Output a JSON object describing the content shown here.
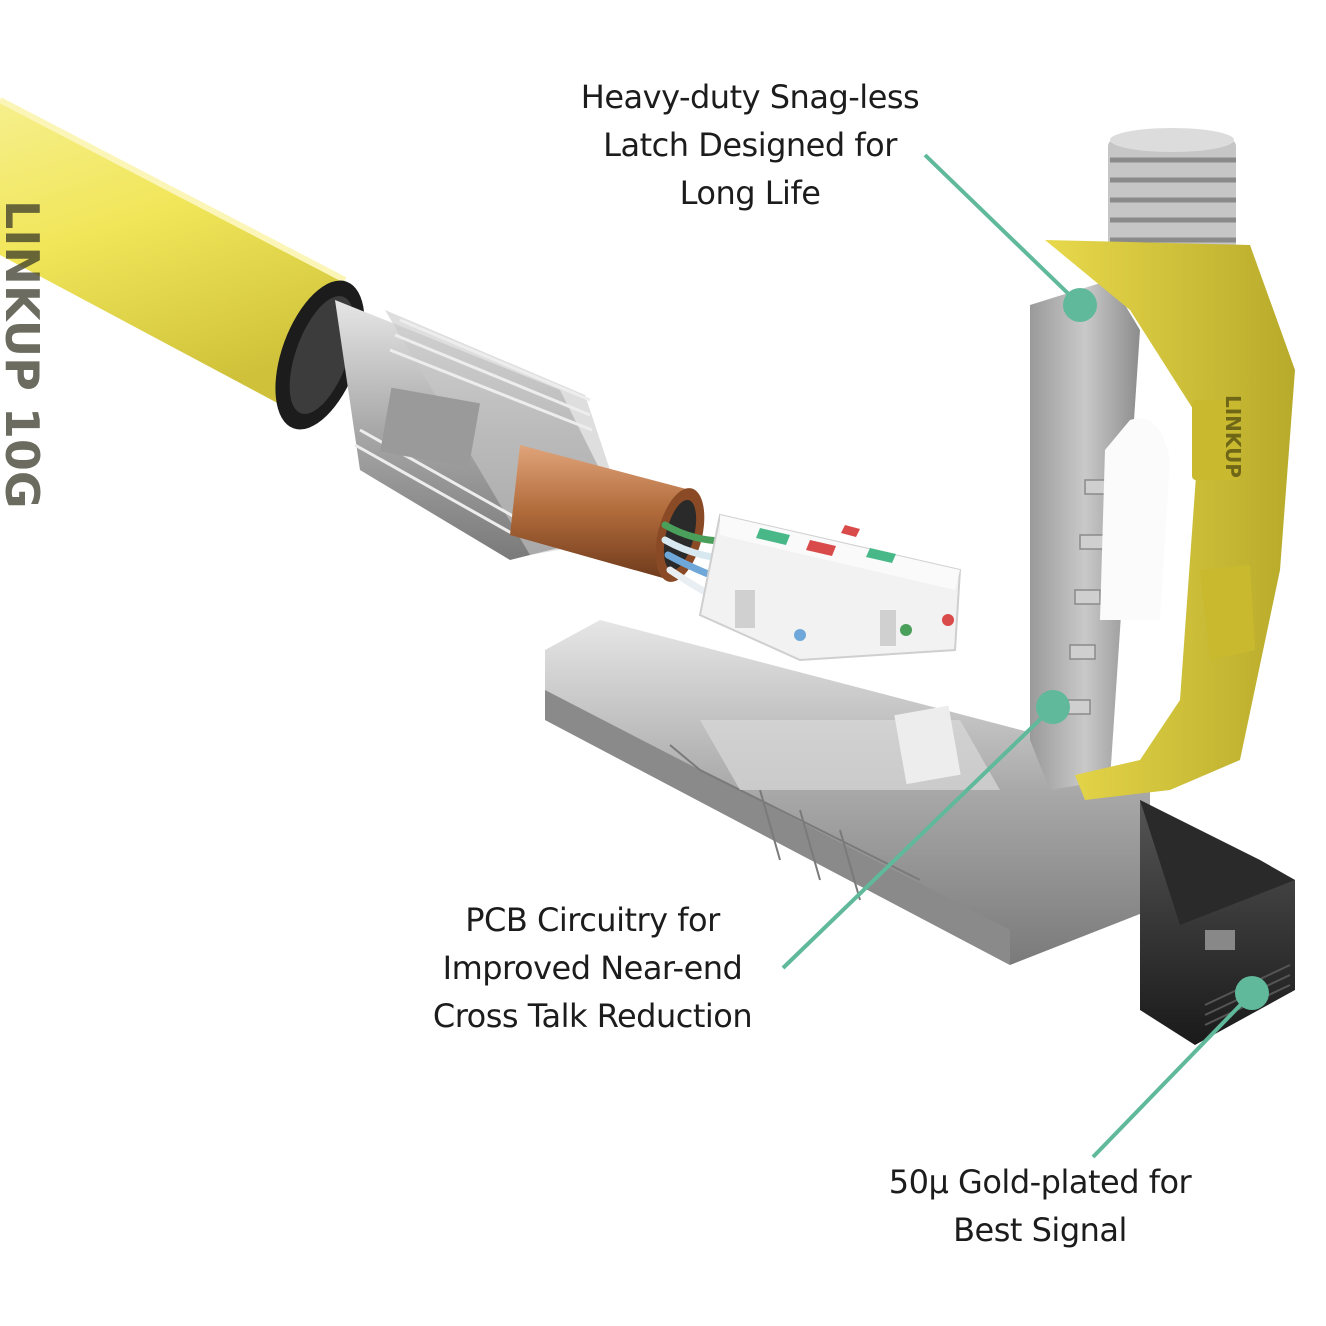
{
  "callouts": {
    "latch": {
      "lines": [
        "Heavy-duty Snag-less",
        "Latch Designed for",
        "Long Life"
      ]
    },
    "pcb": {
      "lines": [
        "PCB Circuitry for",
        "Improved Near-end",
        "Cross Talk Reduction"
      ]
    },
    "gold": {
      "lines": [
        "50μ Gold-plated for",
        "Best Signal"
      ]
    }
  },
  "product": {
    "cable_print": "LINKUP 10G",
    "latch_logo": "LINKUP"
  },
  "colors": {
    "cable_yellow": "#f1e65a",
    "latch_yellow": "#d9c93a",
    "metal_silver": "#b4b4b4",
    "copper": "#b06a3a",
    "callout_line": "#5fb99a",
    "text": "#1c1c1c"
  }
}
